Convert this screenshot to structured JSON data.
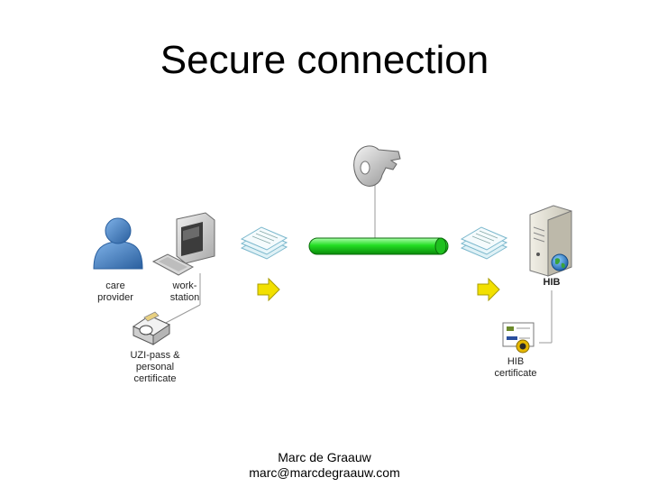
{
  "slide": {
    "title": "Secure connection",
    "labels": {
      "care_provider_1": "care",
      "care_provider_2": "provider",
      "workstation_1": "work-",
      "workstation_2": "station",
      "uzi_1": "UZI-pass &",
      "uzi_2": "personal",
      "uzi_3": "certificate",
      "hib": "HIB",
      "hib_cert_1": "HIB",
      "hib_cert_2": "certificate"
    },
    "footer": {
      "author": "Marc de Graauw",
      "email": "marc@marcdegraauw.com"
    }
  },
  "colors": {
    "tunnel": "#22dd22",
    "arrow": "#f2e000",
    "user": "#3f7fc8",
    "line": "#999999"
  },
  "icons": [
    "user-icon",
    "computer-monitor-icon",
    "keyboard-icon",
    "smartcard-reader-icon",
    "document-stack-icon",
    "key-icon",
    "server-icon",
    "globe-icon",
    "certificate-icon",
    "arrow-right-icon"
  ]
}
